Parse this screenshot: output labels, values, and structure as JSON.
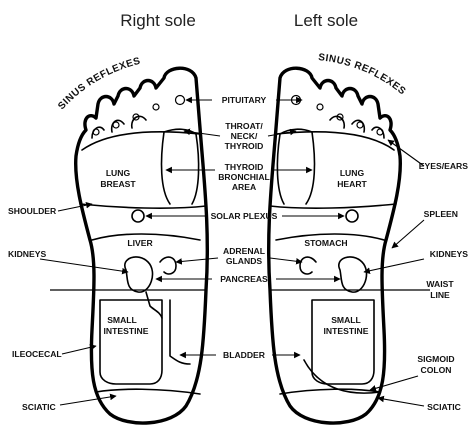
{
  "titles": {
    "right": "Right sole",
    "left": "Left sole"
  },
  "arc_labels": {
    "right": "SINUS REFLEXES",
    "left": "SINUS REFLEXES"
  },
  "center_labels": {
    "pituitary": "PITUITARY",
    "throat_1": "THROAT/",
    "throat_2": "NECK/",
    "throat_3": "THYROID",
    "thyroid_1": "THYROID",
    "thyroid_2": "BRONCHIAL",
    "thyroid_3": "AREA",
    "solar_plexus": "SOLAR PLEXUS",
    "adrenal_1": "ADRENAL",
    "adrenal_2": "GLANDS",
    "pancreas": "PANCREAS",
    "bladder": "BLADDER"
  },
  "right_sole_labels": {
    "lung": "LUNG",
    "breast": "BREAST",
    "liver": "LIVER",
    "small": "SMALL",
    "intestine": "INTESTINE"
  },
  "left_sole_labels": {
    "lung": "LUNG",
    "heart": "HEART",
    "stomach": "STOMACH",
    "small": "SMALL",
    "intestine": "INTESTINE"
  },
  "outer_left_labels": {
    "shoulder": "SHOULDER",
    "kidneys": "KIDNEYS",
    "ileocecal": "ILEOCECAL",
    "sciatic": "SCIATIC"
  },
  "outer_right_labels": {
    "eyes_ears": "EYES/EARS",
    "spleen": "SPLEEN",
    "kidneys": "KIDNEYS",
    "waist_1": "WAIST",
    "waist_2": "LINE",
    "sigmoid_1": "SIGMOID",
    "sigmoid_2": "COLON",
    "sciatic": "SCIATIC"
  }
}
